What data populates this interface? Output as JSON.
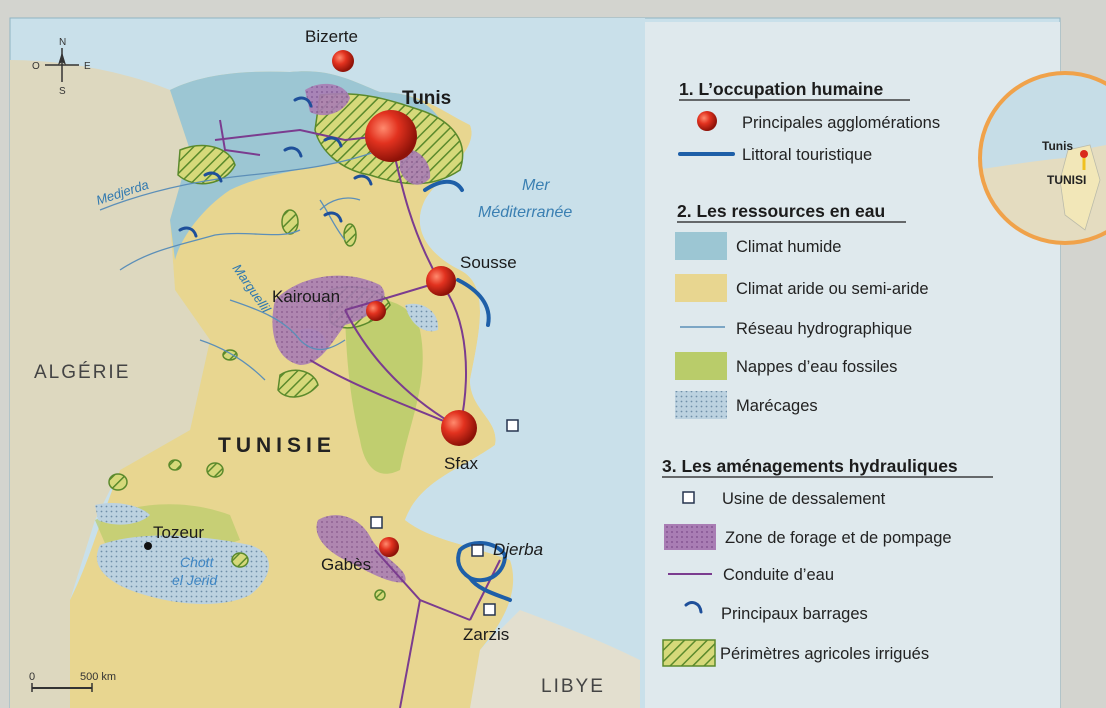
{
  "colors": {
    "humid": "#9cc6d3",
    "arid": "#e8d690",
    "sea": "#c9e0ea",
    "aquifer": "#b9cc6a",
    "marsh": "#bcd2e0",
    "pumping": "#a97db4",
    "pipe": "#7b3c8f",
    "coast_tourist": "#1e5fa8",
    "city_red": "#d92a1c",
    "desal": "#3a4d6e",
    "inset_ring": "#f0a24a"
  },
  "map": {
    "compass": {
      "n": "N",
      "s": "S",
      "e": "E",
      "o": "O"
    },
    "cities": {
      "bizerte": "Bizerte",
      "tunis": "Tunis",
      "sousse": "Sousse",
      "kairouan": "Kairouan",
      "sfax": "Sfax",
      "tozeur": "Tozeur",
      "gabes": "Gabès",
      "djerba": "Djerba",
      "zarzis": "Zarzis"
    },
    "countries": {
      "algeria": "ALGÉRIE",
      "tunisia": "TUNISIE",
      "libya": "LIBYE"
    },
    "sea": {
      "line1": "Mer",
      "line2": "Méditerranée"
    },
    "rivers": {
      "medjerda": "Medjerda",
      "marguellil": "Marguellil"
    },
    "chott": {
      "line1": "Chott",
      "line2": "el Jerid"
    },
    "scale": {
      "zero": "0",
      "distance": "500 km"
    }
  },
  "inset": {
    "city": "Tunis",
    "country": "TUNISI"
  },
  "legend": {
    "section1": {
      "title": "1. L’occupation humaine",
      "items": [
        {
          "icon": "red-dot-icon",
          "label": "Principales agglomérations"
        },
        {
          "icon": "blue-line-icon",
          "label": "Littoral touristique"
        }
      ]
    },
    "section2": {
      "title": "2. Les ressources en eau",
      "items": [
        {
          "icon": "humid-swatch-icon",
          "label": "Climat humide"
        },
        {
          "icon": "arid-swatch-icon",
          "label": "Climat aride ou semi-aride"
        },
        {
          "icon": "thin-line-icon",
          "label": "Réseau hydrographique"
        },
        {
          "icon": "aquifer-swatch-icon",
          "label": "Nappes d’eau fossiles"
        },
        {
          "icon": "marsh-swatch-icon",
          "label": "Marécages"
        }
      ]
    },
    "section3": {
      "title": "3. Les aménagements hydrauliques",
      "items": [
        {
          "icon": "square-icon",
          "label": "Usine de dessalement"
        },
        {
          "icon": "pumping-swatch-icon",
          "label": "Zone de forage et de pompage"
        },
        {
          "icon": "pipe-line-icon",
          "label": "Conduite d’eau"
        },
        {
          "icon": "dam-arc-icon",
          "label": "Principaux barrages"
        },
        {
          "icon": "hatch-swatch-icon",
          "label": "Périmètres agricoles irrigués"
        }
      ]
    }
  }
}
